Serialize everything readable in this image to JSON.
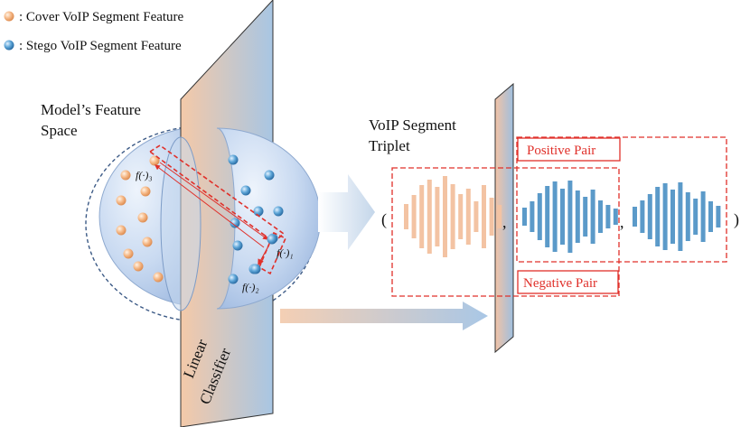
{
  "legend": {
    "cover_label": ": Cover VoIP Segment Feature",
    "stego_label": ": Stego VoIP Segment Feature",
    "cover_color": "#f3b98a",
    "stego_color": "#4a90c8"
  },
  "feature_space": {
    "title_line1": "Model’s Feature",
    "title_line2": "Space"
  },
  "classifier": {
    "label_line1": "Linear",
    "label_line2": "Classifier",
    "gradient_left": "#f3c3a3",
    "gradient_right": "#a9c6e2"
  },
  "feature_labels": {
    "f3": "f(·)₃",
    "f1": "f(·)₁",
    "f2": "f(·)₂"
  },
  "triplet": {
    "title_line1": "VoIP Segment",
    "title_line2": "Triplet",
    "open_paren": "(",
    "comma1": ",",
    "comma2": ",",
    "close_paren": ")",
    "positive_label": "Positive Pair",
    "negative_label": "Negative Pair",
    "pair_color": "#e0302a",
    "wave_cover_color": "#f3c3a3",
    "wave_stego_color": "#5b9ac9"
  }
}
